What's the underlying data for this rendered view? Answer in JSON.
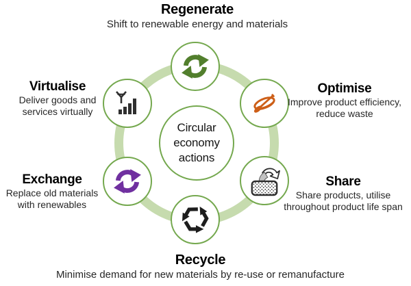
{
  "diagram": {
    "title_center": {
      "line1": "Circular",
      "line2": "economy",
      "line3": "actions"
    },
    "ring_color": "#c6dbae",
    "node_border_color": "#74a84e",
    "nodes": {
      "regenerate": {
        "title": "Regenerate",
        "desc": "Shift to renewable energy and materials",
        "icon": "green-cycle-arrows",
        "color": "#527f2d"
      },
      "optimise": {
        "title": "Optimise",
        "desc": "Improve product efficiency, reduce waste",
        "icon": "canoe-paddle",
        "color": "#cd5f18"
      },
      "share": {
        "title": "Share",
        "desc": "Share products, utilise throughout product life span",
        "icon": "reuse-box-arrow",
        "color": "#2b2b2b"
      },
      "recycle": {
        "title": "Recycle",
        "desc": "Minimise demand for new materials by re-use or remanufacture",
        "icon": "recycle-arrows",
        "color": "#1d1d1d"
      },
      "exchange": {
        "title": "Exchange",
        "desc": "Replace old materials with renewables",
        "icon": "purple-cycle-arrows",
        "color": "#7030a0"
      },
      "virtualise": {
        "title": "Virtualise",
        "desc": "Deliver goods and services virtually",
        "icon": "antenna-signal-bars",
        "color": "#2f2f2f"
      }
    }
  }
}
